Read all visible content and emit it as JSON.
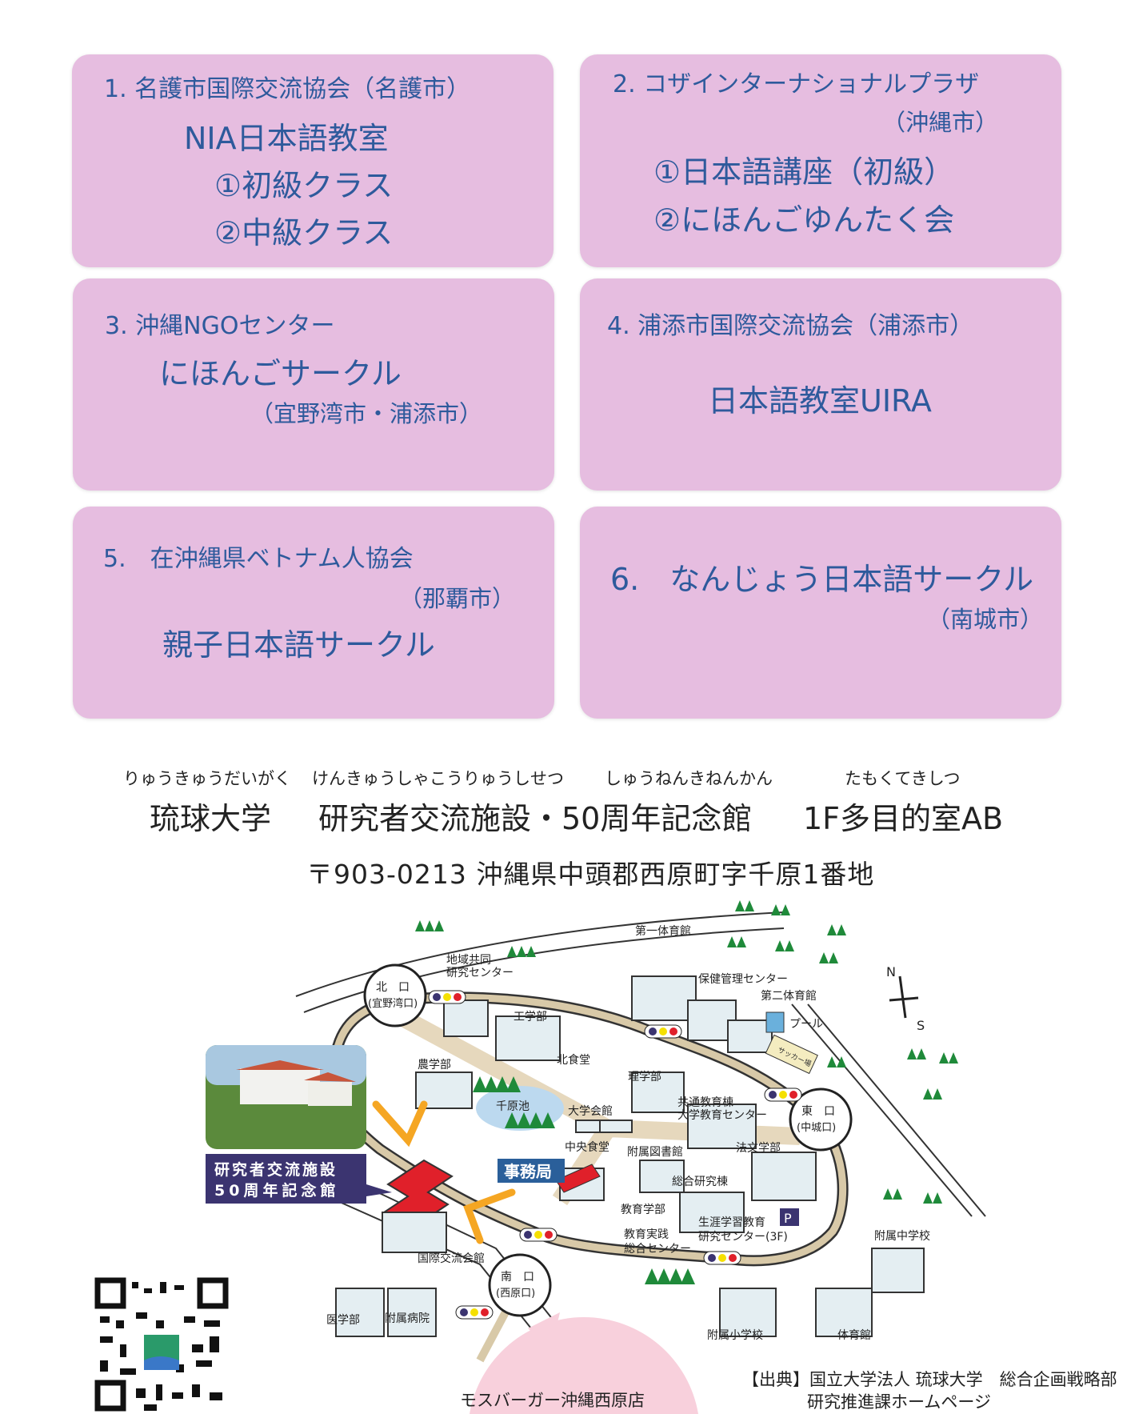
{
  "colors": {
    "card": "#e6bde0",
    "text": "#2e5a9c",
    "building_red": "#e0202a",
    "arrow": "#f5a623",
    "label_bg": "#3b3470"
  },
  "cards": [
    {
      "heading": "1. 名護市国際交流協会（名護市）",
      "lines": [
        "NIA日本語教室",
        "①初級クラス",
        "②中級クラス"
      ]
    },
    {
      "heading": "2. コザインターナショナルプラザ",
      "city": "（沖縄市）",
      "lines": [
        "①日本語講座（初級）",
        "②にほんごゆんたく会"
      ]
    },
    {
      "heading": "3.  沖縄NGOセンター",
      "lines": [
        "にほんごサークル"
      ],
      "city": "（宜野湾市・浦添市）"
    },
    {
      "heading": "4. 浦添市国際交流協会（浦添市）",
      "lines": [
        "日本語教室UIRA"
      ]
    },
    {
      "heading": "5.　在沖縄県ベトナム人協会",
      "city": "（那覇市）",
      "lines": [
        "親子日本語サークル"
      ]
    },
    {
      "heading": "6.　なんじょう日本語サークル",
      "city": "（南城市）"
    }
  ],
  "venue": {
    "furigana": [
      "りゅうきゅうだいがく",
      "けんきゅうしゃこうりゅうしせつ",
      "しゅうねんきねんかん",
      "たもくてきしつ"
    ],
    "parts": [
      "琉球大学",
      "研究者交流施設・50周年記念館",
      "1F多目的室AB"
    ],
    "address": "〒903-0213 沖縄県中頭郡西原町字千原1番地"
  },
  "map": {
    "labels": [
      "第一体育館",
      "保健管理センター",
      "第二体育館",
      "プール",
      "地域共同",
      "研究センター",
      "工学部",
      "北食堂",
      "農学部",
      "理学部",
      "千原池",
      "大学会館",
      "共通教育棟",
      "大学教育センター",
      "中央食堂",
      "附属図書館",
      "法文学部",
      "総合研究棟",
      "教育学部",
      "生涯学習教育",
      "研究センター(3F)",
      "教育実践",
      "総合センター",
      "附属中学校",
      "国際交流会館",
      "医学部",
      "附属病院",
      "附属小学校",
      "体育館",
      "サッカー場"
    ],
    "gates": [
      {
        "name": "北　口",
        "sub": "(宜野湾口)"
      },
      {
        "name": "東　口",
        "sub": "(中城口)"
      },
      {
        "name": "南　口",
        "sub": "(西原口)"
      }
    ],
    "highlight_label": [
      "研究者交流施設",
      "50周年記念館"
    ],
    "office": "事務局",
    "parking": "P",
    "compass": {
      "n": "N",
      "s": "S"
    },
    "nearby": "モスバーガー沖縄西原店"
  },
  "credit": [
    "【出典】国立大学法人 琉球大学　総合企画戦略部",
    "研究推進課ホームページ"
  ]
}
